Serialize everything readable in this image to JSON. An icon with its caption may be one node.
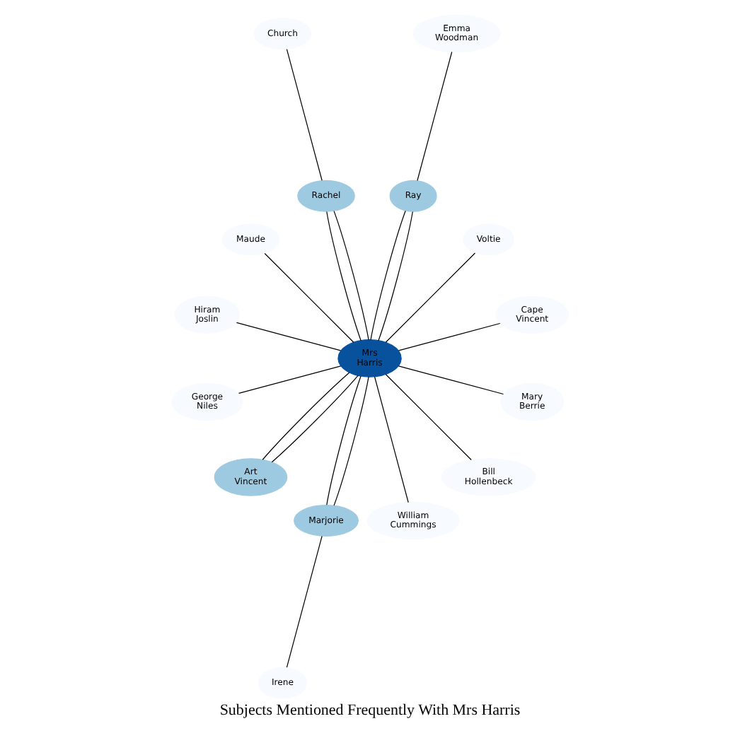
{
  "diagram": {
    "title": "Subjects Mentioned Frequently With Mrs Harris",
    "nodes": [
      {
        "text": [
          "Cape Vincent"
        ]
      },
      {
        "text": [
          "Voltie"
        ]
      },
      {
        "text": [
          "Emma Woodman"
        ]
      },
      {
        "text": [
          "Church"
        ]
      },
      {
        "text": [
          "Ray"
        ]
      },
      {
        "text": [
          "Rachel"
        ]
      },
      {
        "text": [
          "Maude"
        ]
      },
      {
        "text": [
          "Mrs Harris"
        ]
      },
      {
        "text": [
          "Hiram Joslin"
        ]
      },
      {
        "text": [
          "George Niles"
        ]
      },
      {
        "text": [
          "Art Vincent"
        ]
      },
      {
        "text": [
          "Marjorie"
        ]
      },
      {
        "text": [
          "William Cummings"
        ]
      },
      {
        "text": [
          "Irene"
        ]
      },
      {
        "text": [
          "Bill Hollenbeck"
        ]
      },
      {
        "text": [
          "Mary Berrie"
        ]
      }
    ],
    "edges": [
      {
        "from": 7,
        "to": 0,
        "arrow": "none"
      },
      {
        "from": 7,
        "to": 1,
        "arrow": "none"
      },
      {
        "from": 7,
        "to": 4,
        "arrow": "none"
      },
      {
        "from": 7,
        "to": 4,
        "arrow": "none"
      },
      {
        "from": 7,
        "to": 5,
        "arrow": "none"
      },
      {
        "from": 7,
        "to": 5,
        "arrow": "none"
      },
      {
        "from": 7,
        "to": 6,
        "arrow": "none"
      },
      {
        "from": 7,
        "to": 8,
        "arrow": "none"
      },
      {
        "from": 7,
        "to": 9,
        "arrow": "none"
      },
      {
        "from": 7,
        "to": 10,
        "arrow": "none"
      },
      {
        "from": 7,
        "to": 10,
        "arrow": "none"
      },
      {
        "from": 7,
        "to": 11,
        "arrow": "none"
      },
      {
        "from": 7,
        "to": 11,
        "arrow": "none"
      },
      {
        "from": 7,
        "to": 12,
        "arrow": "none"
      },
      {
        "from": 7,
        "to": 14,
        "arrow": "none"
      },
      {
        "from": 7,
        "to": 15,
        "arrow": "none"
      },
      {
        "from": 2,
        "to": 4,
        "arrow": "none"
      },
      {
        "from": 3,
        "to": 5,
        "arrow": "none"
      },
      {
        "from": 13,
        "to": 11,
        "arrow": "none"
      }
    ]
  }
}
